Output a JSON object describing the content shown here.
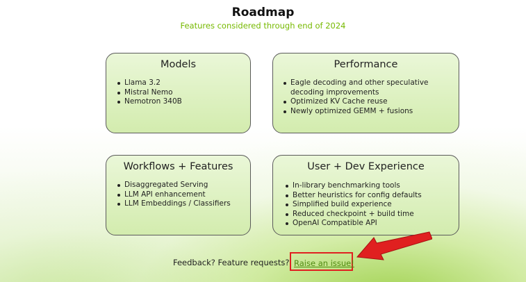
{
  "header": {
    "title": "Roadmap",
    "subtitle": "Features considered through end of 2024"
  },
  "cards": [
    {
      "title": "Models",
      "items": [
        "Llama 3.2",
        "Mistral Nemo",
        "Nemotron 340B"
      ]
    },
    {
      "title": "Performance",
      "items": [
        "Eagle decoding and other speculative decoding improvements",
        "Optimized KV Cache reuse",
        "Newly optimized GEMM + fusions"
      ]
    },
    {
      "title": "Workflows + Features",
      "items": [
        "Disaggregated Serving",
        "LLM API enhancement",
        "LLM Embeddings / Classifiers"
      ]
    },
    {
      "title": "User + Dev Experience",
      "items": [
        "In-library benchmarking tools",
        "Better heuristics for config defaults",
        "Simplified build experience",
        "Reduced checkpoint + build time",
        "OpenAI Compatible API"
      ]
    }
  ],
  "footer": {
    "feedback_text": "Feedback? Feature requests?",
    "link_text": "Raise an issue!"
  },
  "colors": {
    "accent_green": "#76b900",
    "card_fill": "#dff1c4",
    "highlight_red": "#e02020",
    "arrow_icon": "red-arrow-icon"
  }
}
